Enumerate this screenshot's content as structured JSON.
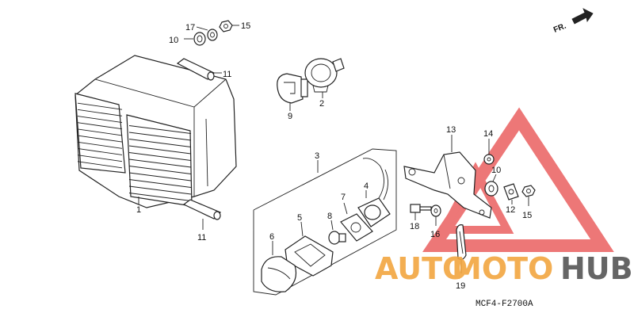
{
  "direction_label": "FR.",
  "diagram_code": "MCF4-F2700A",
  "watermark": {
    "text_a": "AUTO",
    "text_b": "MOTO",
    "text_c": "HUB",
    "color_a": "#f2a640",
    "color_b": "#f2a640",
    "color_c": "#555555",
    "triangle_color": "#e84a4a"
  },
  "callouts": {
    "n1": "1",
    "n2": "2",
    "n3": "3",
    "n4": "4",
    "n5": "5",
    "n6": "6",
    "n7": "7",
    "n8": "8",
    "n9": "9",
    "n10a": "10",
    "n10b": "10",
    "n11a": "11",
    "n11b": "11",
    "n12": "12",
    "n13": "13",
    "n14": "14",
    "n15a": "15",
    "n15b": "15",
    "n16": "16",
    "n17": "17",
    "n18": "18",
    "n19": "19"
  }
}
